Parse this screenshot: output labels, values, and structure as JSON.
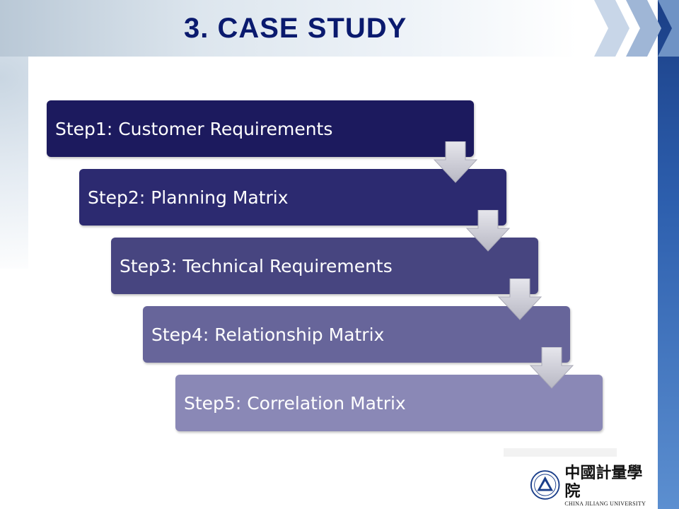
{
  "slide": {
    "title": "3. CASE STUDY"
  },
  "steps": [
    {
      "label": "Step1: Customer Requirements",
      "color": "#1c1a5e"
    },
    {
      "label": "Step2: Planning Matrix",
      "color": "#2c2a70"
    },
    {
      "label": "Step3: Technical Requirements",
      "color": "#474580"
    },
    {
      "label": "Step4: Relationship Matrix",
      "color": "#67659a"
    },
    {
      "label": "Step5: Correlation Matrix",
      "color": "#8a88b6"
    }
  ],
  "logo": {
    "name_cn": "中國計量學院",
    "name_en": "CHINA JILIANG UNIVERSITY"
  },
  "theme": {
    "title_color": "#0a1a6e",
    "accent_bar": "#2d5fae"
  }
}
